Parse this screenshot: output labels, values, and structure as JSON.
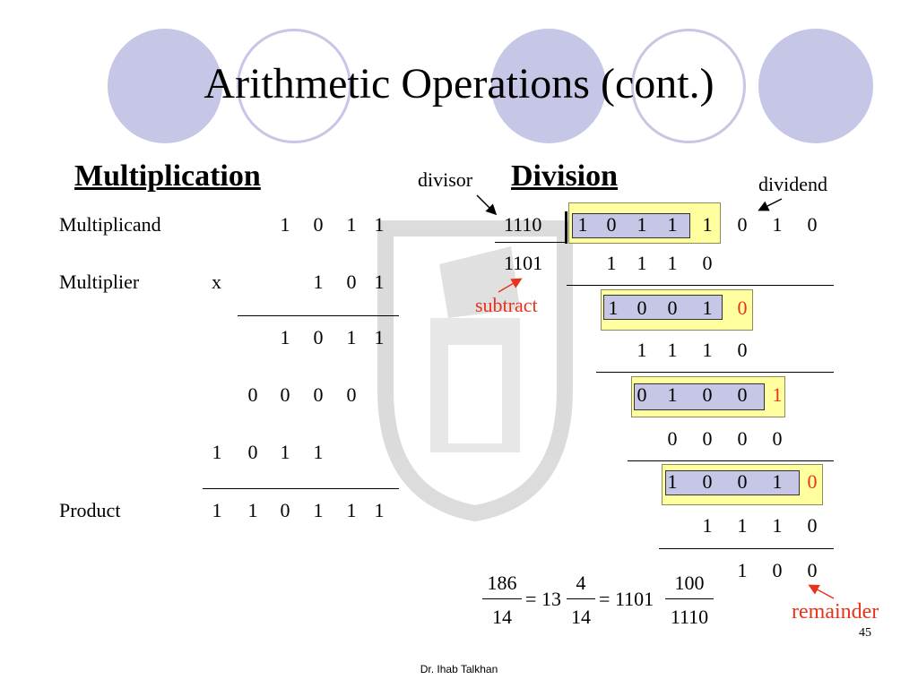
{
  "title": "Arithmetic Operations (cont.)",
  "multiplication": {
    "heading": "Multiplication",
    "multiplicand_label": "Multiplicand",
    "multiplicand_digits": [
      "1",
      "0",
      "1",
      "1"
    ],
    "multiplier_label": "Multiplier",
    "times_symbol": "x",
    "multiplier_digits": [
      "1",
      "0",
      "1"
    ],
    "partial1": [
      "1",
      "0",
      "1",
      "1"
    ],
    "partial2": [
      "0",
      "0",
      "0",
      "0"
    ],
    "partial3": [
      "1",
      "0",
      "1",
      "1"
    ],
    "product_label": "Product",
    "product_digits": [
      "1",
      "1",
      "0",
      "1",
      "1",
      "1"
    ]
  },
  "division": {
    "heading": "Division",
    "divisor_label": "divisor",
    "dividend_label": "dividend",
    "subtract_label": "subtract",
    "remainder_label": "remainder",
    "divisor_value": "1110",
    "quotient_value": "1101",
    "dividend_digits": [
      "1",
      "0",
      "1",
      "1",
      "1",
      "0",
      "1",
      "0"
    ],
    "step1_sub": [
      "1",
      "1",
      "1",
      "0"
    ],
    "step2_rem": [
      "1",
      "0",
      "0",
      "1"
    ],
    "step2_next": "0",
    "step2_sub": [
      "1",
      "1",
      "1",
      "0"
    ],
    "step3_rem": [
      "0",
      "1",
      "0",
      "0"
    ],
    "step3_next": "1",
    "step3_sub": [
      "0",
      "0",
      "0",
      "0"
    ],
    "step4_rem": [
      "1",
      "0",
      "0",
      "1"
    ],
    "step4_next": "0",
    "step4_sub": [
      "1",
      "1",
      "1",
      "0"
    ],
    "remainder_digits": [
      "1",
      "0",
      "0"
    ],
    "equation": {
      "f1_num": "186",
      "f1_den": "14",
      "eq1": "=",
      "whole1": "13",
      "f2_num": "4",
      "f2_den": "14",
      "eq2": "=",
      "whole2": "1101",
      "f3_num": "100",
      "f3_den": "1110"
    }
  },
  "page_number": "45",
  "footer": "Dr. Ihab Talkhan",
  "colors": {
    "circle": "#c6c6e6",
    "highlight_yellow": "#ffffa0",
    "annotation_red": "#e8331a"
  }
}
